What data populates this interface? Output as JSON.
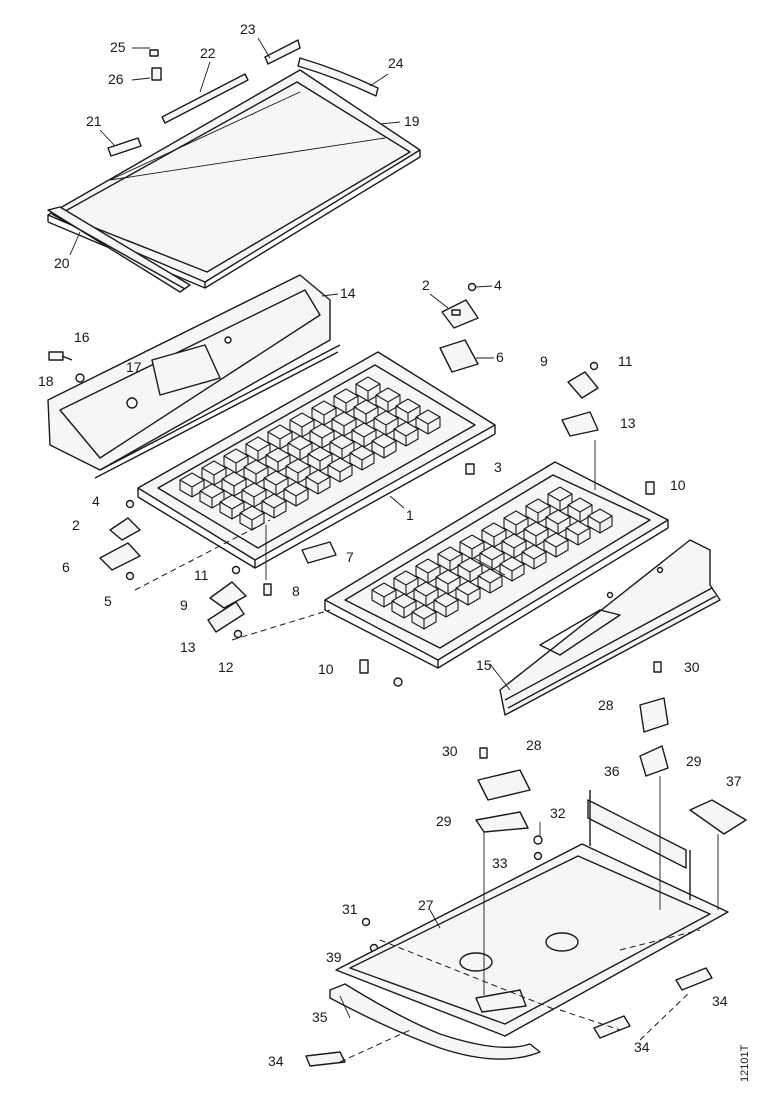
{
  "callouts": [
    {
      "id": "c25",
      "text": "25"
    },
    {
      "id": "c26",
      "text": "26"
    },
    {
      "id": "c22",
      "text": "22"
    },
    {
      "id": "c23",
      "text": "23"
    },
    {
      "id": "c24",
      "text": "24"
    },
    {
      "id": "c21",
      "text": "21"
    },
    {
      "id": "c19",
      "text": "19"
    },
    {
      "id": "c20",
      "text": "20"
    },
    {
      "id": "c14",
      "text": "14"
    },
    {
      "id": "c2a",
      "text": "2"
    },
    {
      "id": "c4a",
      "text": "4"
    },
    {
      "id": "c6a",
      "text": "6"
    },
    {
      "id": "c16",
      "text": "16"
    },
    {
      "id": "c17",
      "text": "17"
    },
    {
      "id": "c18",
      "text": "18"
    },
    {
      "id": "c9a",
      "text": "9"
    },
    {
      "id": "c11a",
      "text": "11"
    },
    {
      "id": "c13a",
      "text": "13"
    },
    {
      "id": "c3",
      "text": "3"
    },
    {
      "id": "c10a",
      "text": "10"
    },
    {
      "id": "c1",
      "text": "1"
    },
    {
      "id": "c4b",
      "text": "4"
    },
    {
      "id": "c2b",
      "text": "2"
    },
    {
      "id": "c6b",
      "text": "6"
    },
    {
      "id": "c5",
      "text": "5"
    },
    {
      "id": "c7",
      "text": "7"
    },
    {
      "id": "c11b",
      "text": "11"
    },
    {
      "id": "c8",
      "text": "8"
    },
    {
      "id": "c9b",
      "text": "9"
    },
    {
      "id": "c13b",
      "text": "13"
    },
    {
      "id": "c12",
      "text": "12"
    },
    {
      "id": "c10b",
      "text": "10"
    },
    {
      "id": "c15",
      "text": "15"
    },
    {
      "id": "c30a",
      "text": "30"
    },
    {
      "id": "c28a",
      "text": "28"
    },
    {
      "id": "c29a",
      "text": "29"
    },
    {
      "id": "c30b",
      "text": "30"
    },
    {
      "id": "c28b",
      "text": "28"
    },
    {
      "id": "c36",
      "text": "36"
    },
    {
      "id": "c37",
      "text": "37"
    },
    {
      "id": "c29b",
      "text": "29"
    },
    {
      "id": "c32",
      "text": "32"
    },
    {
      "id": "c33",
      "text": "33"
    },
    {
      "id": "c31",
      "text": "31"
    },
    {
      "id": "c27",
      "text": "27"
    },
    {
      "id": "c39",
      "text": "39"
    },
    {
      "id": "c35",
      "text": "35"
    },
    {
      "id": "c34a",
      "text": "34"
    },
    {
      "id": "c34b",
      "text": "34"
    },
    {
      "id": "c34c",
      "text": "34"
    }
  ],
  "drawing_code": "12101T"
}
